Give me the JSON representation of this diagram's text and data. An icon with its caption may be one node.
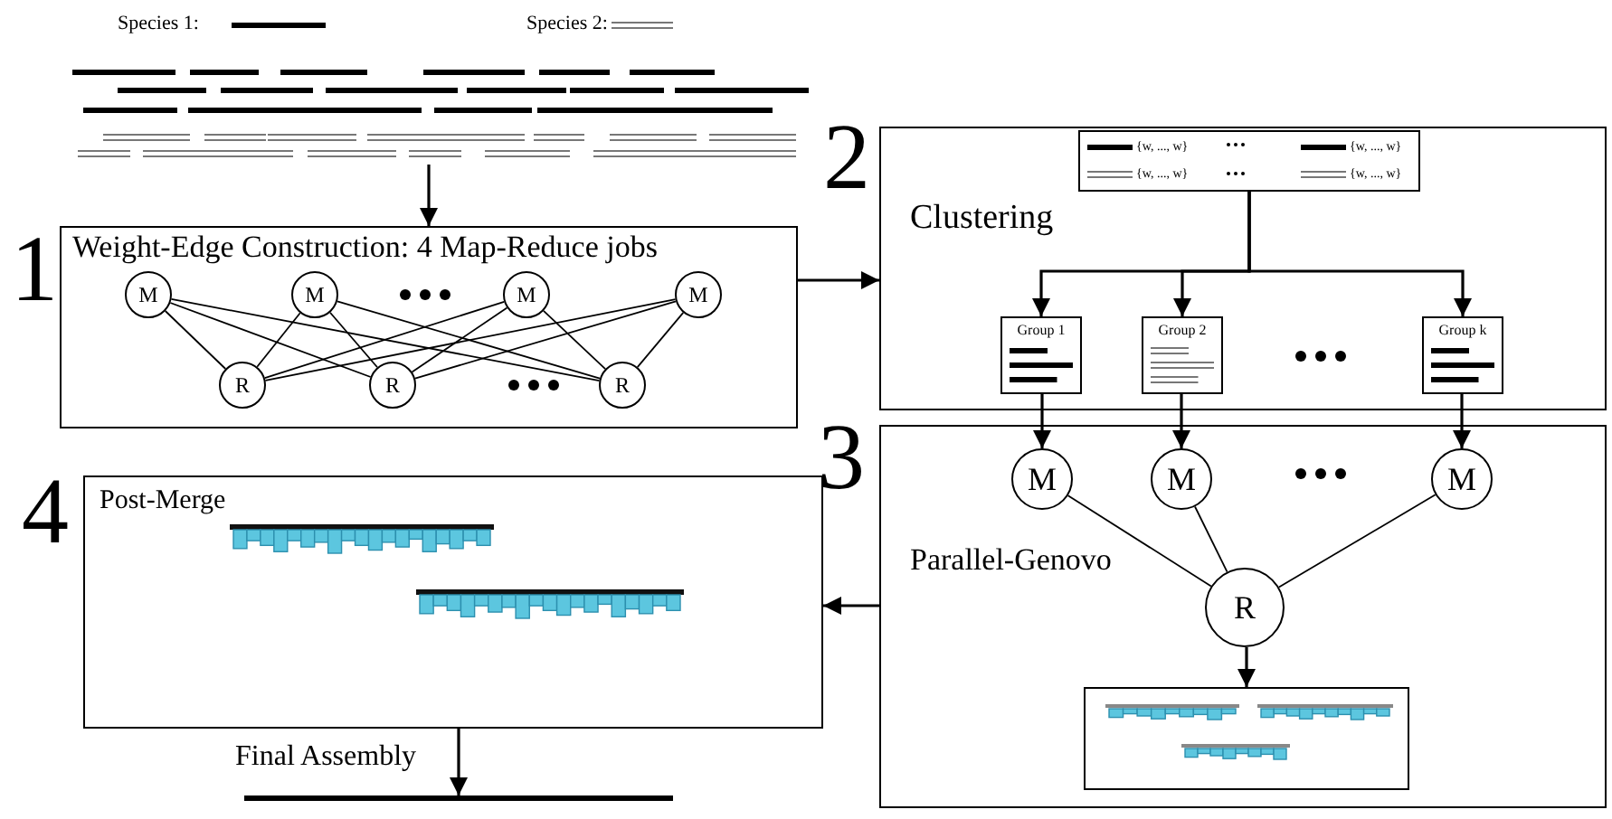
{
  "diagram": {
    "nodes": [
      {
        "text": [],
        "shape": "picture"
      },
      {
        "text": [
          "Weight-Edge Construction: 4 Map-Reduce jobs"
        ],
        "beside": [
          "1"
        ]
      },
      {
        "text": [
          "M"
        ],
        "in": 1
      },
      {
        "text": [
          "M"
        ],
        "in": 1
      },
      {
        "text": [
          "M"
        ],
        "in": 1
      },
      {
        "text": [
          "M"
        ],
        "in": 1
      },
      {
        "text": [
          "R"
        ],
        "in": 1
      },
      {
        "text": [
          "R"
        ],
        "in": 1
      },
      {
        "text": [
          "R"
        ],
        "in": 1
      },
      {
        "text": [
          "Clustering"
        ],
        "beside": [
          "2"
        ]
      },
      {
        "text": [
          "{w, ..., w}",
          "{w, ..., w}",
          "{w, ..., w}",
          "{w, ..., w}"
        ],
        "in": 9
      },
      {
        "text": [
          "Group 1"
        ],
        "in": 9
      },
      {
        "text": [
          "Group 2"
        ],
        "in": 9
      },
      {
        "text": [
          "Group k"
        ],
        "in": 9
      },
      {
        "text": [
          "Parallel-Genovo"
        ],
        "beside": [
          "3"
        ]
      },
      {
        "text": [
          "M"
        ],
        "in": 14
      },
      {
        "text": [
          "M"
        ],
        "in": 14
      },
      {
        "text": [
          "M"
        ],
        "in": 14
      },
      {
        "text": [
          "R"
        ],
        "in": 14
      },
      {
        "text": [],
        "shape": "box",
        "in": 14
      },
      {
        "text": [
          "Post-Merge"
        ],
        "beside": [
          "4"
        ]
      },
      {
        "text": [],
        "shape": "bar",
        "beside": [
          "Final Assembly"
        ]
      }
    ],
    "edges": [
      {
        "from": 0,
        "to": 1,
        "arrow": "to"
      },
      {
        "from": 1,
        "to": 9,
        "arrow": "to"
      },
      {
        "from": 2,
        "to": 6,
        "arrow": "none"
      },
      {
        "from": 2,
        "to": 7,
        "arrow": "none"
      },
      {
        "from": 2,
        "to": 8,
        "arrow": "none"
      },
      {
        "from": 3,
        "to": 6,
        "arrow": "none"
      },
      {
        "from": 3,
        "to": 7,
        "arrow": "none"
      },
      {
        "from": 3,
        "to": 8,
        "arrow": "none"
      },
      {
        "from": 4,
        "to": 6,
        "arrow": "none"
      },
      {
        "from": 4,
        "to": 7,
        "arrow": "none"
      },
      {
        "from": 4,
        "to": 8,
        "arrow": "none"
      },
      {
        "from": 5,
        "to": 6,
        "arrow": "none"
      },
      {
        "from": 5,
        "to": 7,
        "arrow": "none"
      },
      {
        "from": 5,
        "to": 8,
        "arrow": "none"
      },
      {
        "from": 10,
        "to": 11,
        "arrow": "to"
      },
      {
        "from": 10,
        "to": 12,
        "arrow": "to"
      },
      {
        "from": 10,
        "to": 13,
        "arrow": "to"
      },
      {
        "from": 11,
        "to": 15,
        "arrow": "to"
      },
      {
        "from": 12,
        "to": 16,
        "arrow": "to"
      },
      {
        "from": 13,
        "to": 17,
        "arrow": "to"
      },
      {
        "from": 15,
        "to": 18,
        "arrow": "none"
      },
      {
        "from": 16,
        "to": 18,
        "arrow": "none"
      },
      {
        "from": 17,
        "to": 18,
        "arrow": "none"
      },
      {
        "from": 18,
        "to": 19,
        "arrow": "to"
      },
      {
        "from": 14,
        "to": 20,
        "arrow": "to"
      },
      {
        "from": 20,
        "to": 21,
        "arrow": "to"
      }
    ],
    "legend": [
      {
        "text": "Species 1:"
      },
      {
        "text": "Species 2:"
      }
    ]
  }
}
